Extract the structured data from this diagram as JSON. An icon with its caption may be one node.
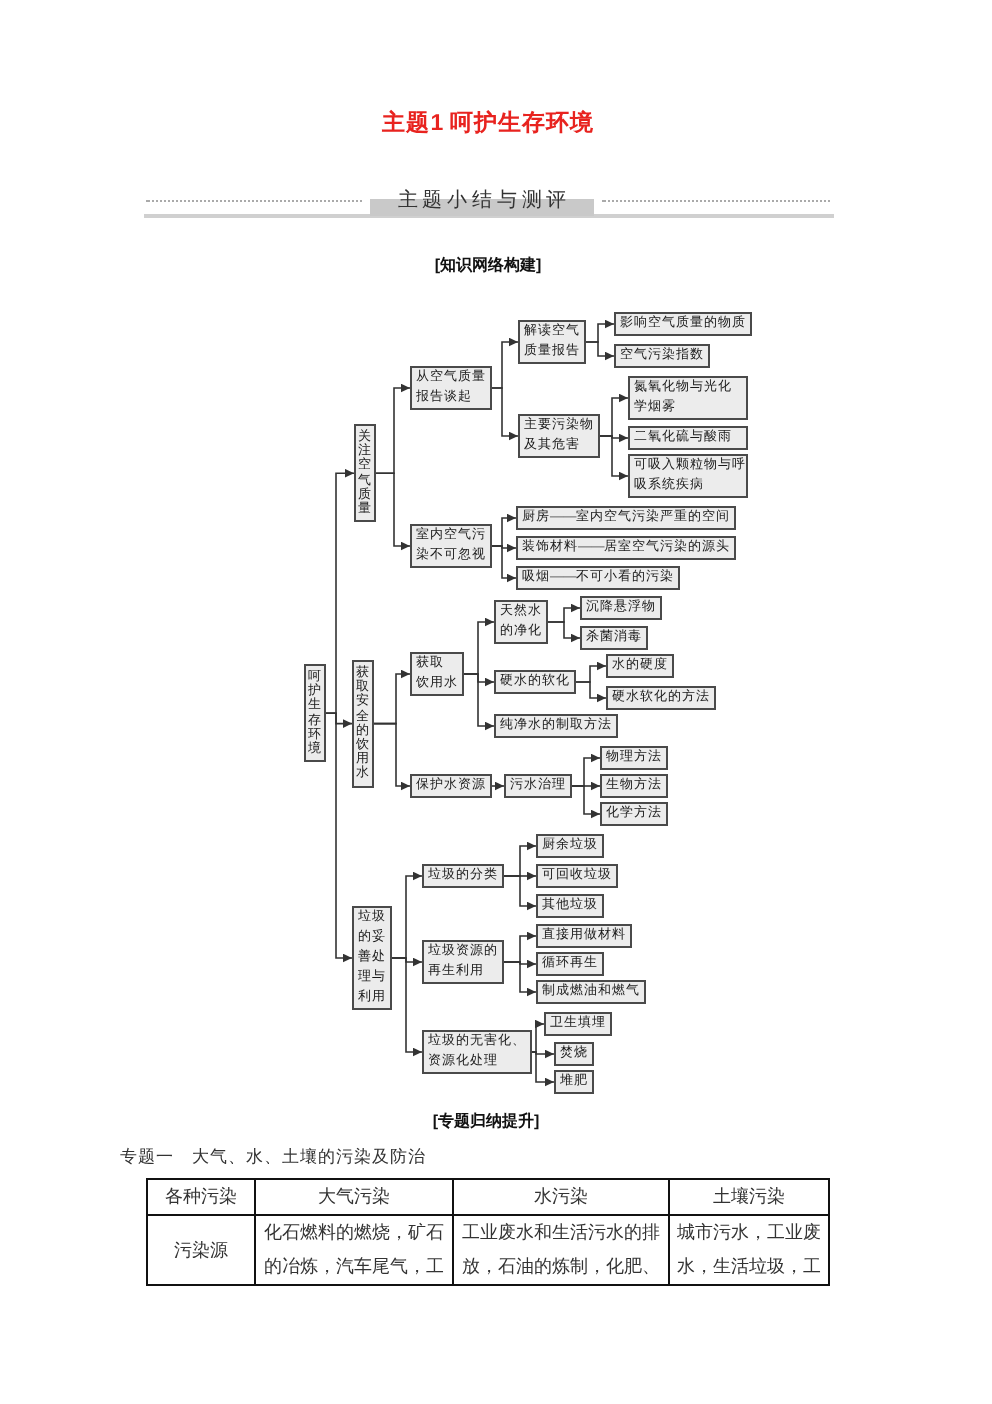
{
  "diagram": {
    "title": "主题1 呵护生存环境",
    "nodes": [
      {
        "text": [
          "呵护生存环境"
        ]
      },
      {
        "text": [
          "关注空气质量"
        ]
      },
      {
        "text": [
          "从空气质量报告谈起"
        ]
      },
      {
        "text": [
          "解读空气质量报告"
        ]
      },
      {
        "text": [
          "影响空气质量的物质"
        ]
      },
      {
        "text": [
          "空气污染指数"
        ]
      },
      {
        "text": [
          "主要污染物及其危害"
        ]
      },
      {
        "text": [
          "氮氧化物与光化学烟雾"
        ]
      },
      {
        "text": [
          "二氧化硫与酸雨"
        ]
      },
      {
        "text": [
          "可吸入颗粒物与呼吸系统疾病"
        ]
      },
      {
        "text": [
          "室内空气污染不可忽视"
        ]
      },
      {
        "text": [
          "厨房——室内空气污染严重的空间"
        ]
      },
      {
        "text": [
          "装饰材料——居室空气污染的源头"
        ]
      },
      {
        "text": [
          "吸烟——不可小看的污染"
        ]
      },
      {
        "text": [
          "获取安全的饮用水"
        ]
      },
      {
        "text": [
          "获取饮用水"
        ]
      },
      {
        "text": [
          "天然水的净化"
        ]
      },
      {
        "text": [
          "沉降悬浮物"
        ]
      },
      {
        "text": [
          "杀菌消毒"
        ]
      },
      {
        "text": [
          "硬水的软化"
        ]
      },
      {
        "text": [
          "水的硬度"
        ]
      },
      {
        "text": [
          "硬水软化的方法"
        ]
      },
      {
        "text": [
          "纯净水的制取方法"
        ]
      },
      {
        "text": [
          "保护水资源"
        ]
      },
      {
        "text": [
          "污水治理"
        ]
      },
      {
        "text": [
          "物理方法"
        ]
      },
      {
        "text": [
          "生物方法"
        ]
      },
      {
        "text": [
          "化学方法"
        ]
      },
      {
        "text": [
          "垃圾的妥善处理与利用"
        ]
      },
      {
        "text": [
          "垃圾的分类"
        ]
      },
      {
        "text": [
          "厨余垃圾"
        ]
      },
      {
        "text": [
          "可回收垃圾"
        ]
      },
      {
        "text": [
          "其他垃圾"
        ]
      },
      {
        "text": [
          "垃圾资源的再生利用"
        ]
      },
      {
        "text": [
          "直接用做材料"
        ]
      },
      {
        "text": [
          "循环再生"
        ]
      },
      {
        "text": [
          "制成燃油和燃气"
        ]
      },
      {
        "text": [
          "垃圾的无害化、资源化处理"
        ]
      },
      {
        "text": [
          "卫生填埋"
        ]
      },
      {
        "text": [
          "焚烧"
        ]
      },
      {
        "text": [
          "堆肥"
        ]
      }
    ],
    "edges": [
      {
        "from": 0,
        "to": 1,
        "arrow": "to"
      },
      {
        "from": 1,
        "to": 2,
        "arrow": "to"
      },
      {
        "from": 2,
        "to": 3,
        "arrow": "to"
      },
      {
        "from": 3,
        "to": 4,
        "arrow": "to"
      },
      {
        "from": 3,
        "to": 5,
        "arrow": "to"
      },
      {
        "from": 2,
        "to": 6,
        "arrow": "to"
      },
      {
        "from": 6,
        "to": 7,
        "arrow": "to"
      },
      {
        "from": 6,
        "to": 8,
        "arrow": "to"
      },
      {
        "from": 6,
        "to": 9,
        "arrow": "to"
      },
      {
        "from": 1,
        "to": 10,
        "arrow": "to"
      },
      {
        "from": 10,
        "to": 11,
        "arrow": "to"
      },
      {
        "from": 10,
        "to": 12,
        "arrow": "to"
      },
      {
        "from": 10,
        "to": 13,
        "arrow": "to"
      },
      {
        "from": 0,
        "to": 14,
        "arrow": "to"
      },
      {
        "from": 14,
        "to": 15,
        "arrow": "to"
      },
      {
        "from": 15,
        "to": 16,
        "arrow": "to"
      },
      {
        "from": 16,
        "to": 17,
        "arrow": "to"
      },
      {
        "from": 16,
        "to": 18,
        "arrow": "to"
      },
      {
        "from": 15,
        "to": 19,
        "arrow": "to"
      },
      {
        "from": 19,
        "to": 20,
        "arrow": "to"
      },
      {
        "from": 19,
        "to": 21,
        "arrow": "to"
      },
      {
        "from": 15,
        "to": 22,
        "arrow": "to"
      },
      {
        "from": 14,
        "to": 23,
        "arrow": "to"
      },
      {
        "from": 23,
        "to": 24,
        "arrow": "to"
      },
      {
        "from": 24,
        "to": 25,
        "arrow": "to"
      },
      {
        "from": 24,
        "to": 26,
        "arrow": "to"
      },
      {
        "from": 24,
        "to": 27,
        "arrow": "to"
      },
      {
        "from": 0,
        "to": 28,
        "arrow": "to"
      },
      {
        "from": 28,
        "to": 29,
        "arrow": "to"
      },
      {
        "from": 29,
        "to": 30,
        "arrow": "to"
      },
      {
        "from": 29,
        "to": 31,
        "arrow": "to"
      },
      {
        "from": 29,
        "to": 32,
        "arrow": "to"
      },
      {
        "from": 28,
        "to": 33,
        "arrow": "to"
      },
      {
        "from": 33,
        "to": 34,
        "arrow": "to"
      },
      {
        "from": 33,
        "to": 35,
        "arrow": "to"
      },
      {
        "from": 33,
        "to": 36,
        "arrow": "to"
      },
      {
        "from": 28,
        "to": 37,
        "arrow": "to"
      },
      {
        "from": 37,
        "to": 38,
        "arrow": "to"
      },
      {
        "from": 37,
        "to": 39,
        "arrow": "to"
      },
      {
        "from": 37,
        "to": 40,
        "arrow": "to"
      }
    ],
    "labels": [
      "主题小结与测评",
      "[知识网络构建]",
      "[专题归纳提升]",
      "专题一　大气、水、土壤的污染及防治",
      "各种污染",
      "大气污染",
      "水污染",
      "土壤污染",
      "污染源",
      "化石燃料的燃烧，矿石的冶炼，汽车尾气，工",
      "工业废水和生活污水的排放，石油的炼制，化肥、",
      "城市污水，工业废水，生活垃圾，工"
    ]
  }
}
